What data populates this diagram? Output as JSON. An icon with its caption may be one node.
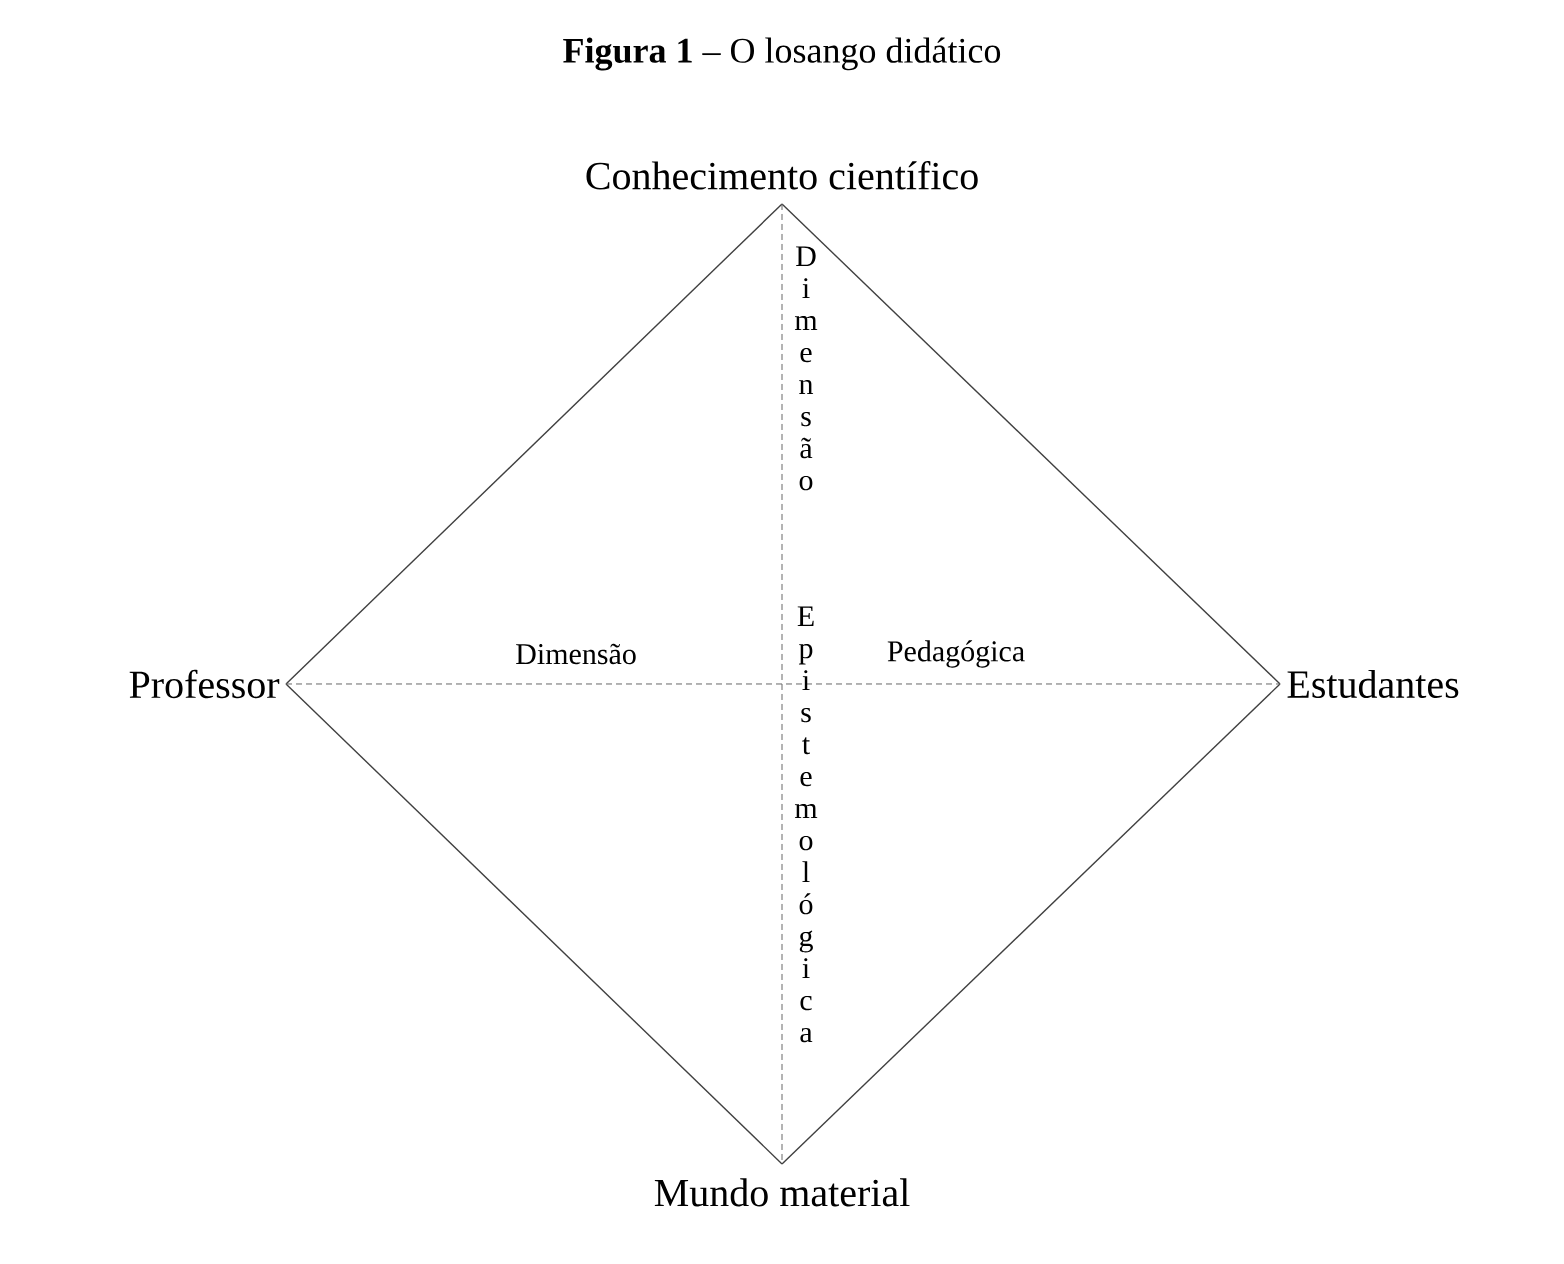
{
  "diagram": {
    "title": "**Figura 1** – O losango didático",
    "nodes": [
      {
        "text": [
          "Conhecimento científico"
        ]
      },
      {
        "text": [
          "Professor"
        ]
      },
      {
        "text": [
          "Estudantes"
        ]
      },
      {
        "text": [
          "Mundo material"
        ]
      }
    ],
    "edges": [
      {
        "from": 0,
        "to": 1,
        "arrow": "none"
      },
      {
        "from": 0,
        "to": 2,
        "arrow": "none"
      },
      {
        "from": 1,
        "to": 3,
        "arrow": "none"
      },
      {
        "from": 2,
        "to": 3,
        "arrow": "none"
      },
      {
        "from": 0,
        "to": 3,
        "arrow": "none",
        "style": "dashed"
      },
      {
        "from": 1,
        "to": 2,
        "arrow": "none",
        "style": "dashed"
      }
    ],
    "labels": [
      "Dimensão",
      "Epistemológica",
      "Dimensão",
      "Pedagógica"
    ]
  }
}
